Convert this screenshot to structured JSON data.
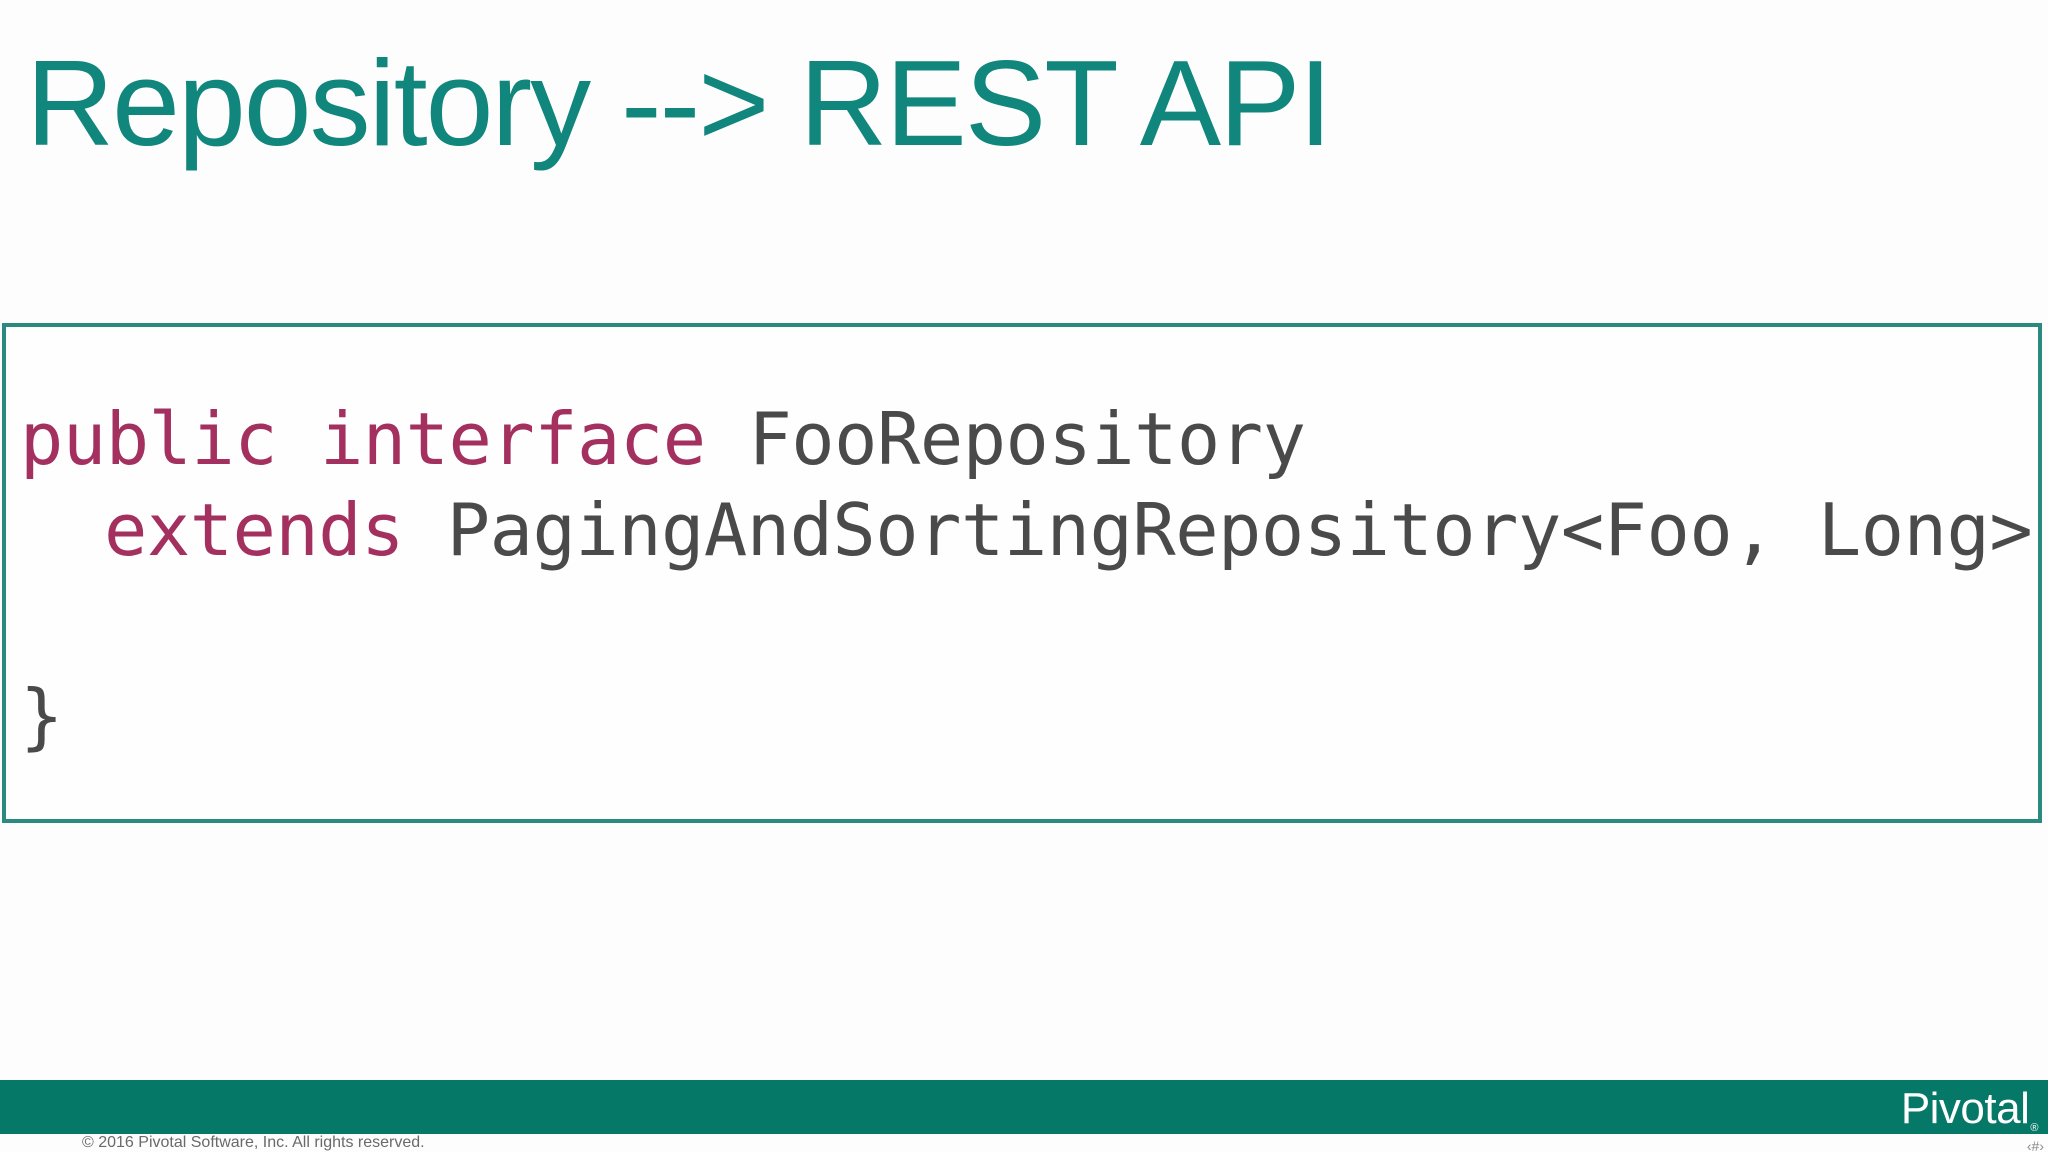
{
  "slide": {
    "title": "Repository --> REST API",
    "code": {
      "line1": {
        "kw1": "public",
        "kw2": "interface",
        "name": "FooRepository"
      },
      "line2": {
        "kw": "extends",
        "rest": "PagingAndSortingRepository<Foo, Long> {"
      },
      "line4": "}"
    },
    "colors": {
      "title": "#11867c",
      "keyword": "#a3305e",
      "code_text": "#4a4a4a",
      "box_border": "#2b8a7f",
      "footer_bar": "#057868"
    }
  },
  "footer": {
    "logo_text": "Pivotal",
    "logo_mark": "®",
    "copyright": "© 2016 Pivotal Software, Inc.  All rights reserved.",
    "page_marker": "‹#›"
  }
}
